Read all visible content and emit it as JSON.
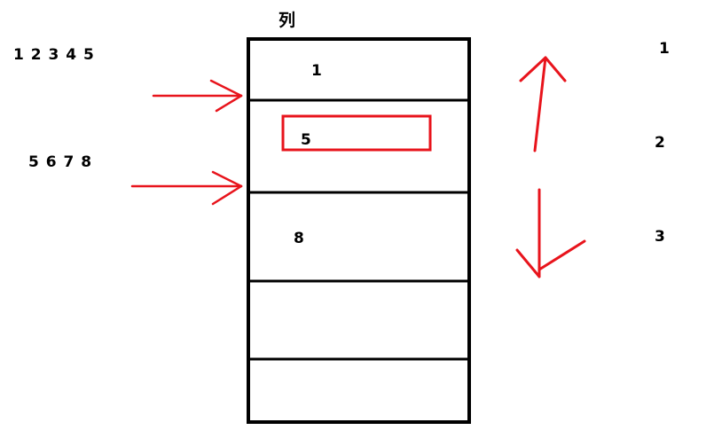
{
  "diagram": {
    "column_title": "列",
    "left_sequences": [
      "1 2 3 4 5",
      "5 6 7 8"
    ],
    "cells": [
      "1",
      "5",
      "8",
      "",
      ""
    ],
    "highlighted_cell_index": 1,
    "right_indices": [
      "1",
      "2",
      "3"
    ],
    "colors": {
      "ink": "#000000",
      "annotation": "#e8141c"
    },
    "icons": [
      "arrow-right-icon",
      "arrow-right-icon",
      "arrow-up-icon",
      "arrow-down-icon"
    ]
  }
}
